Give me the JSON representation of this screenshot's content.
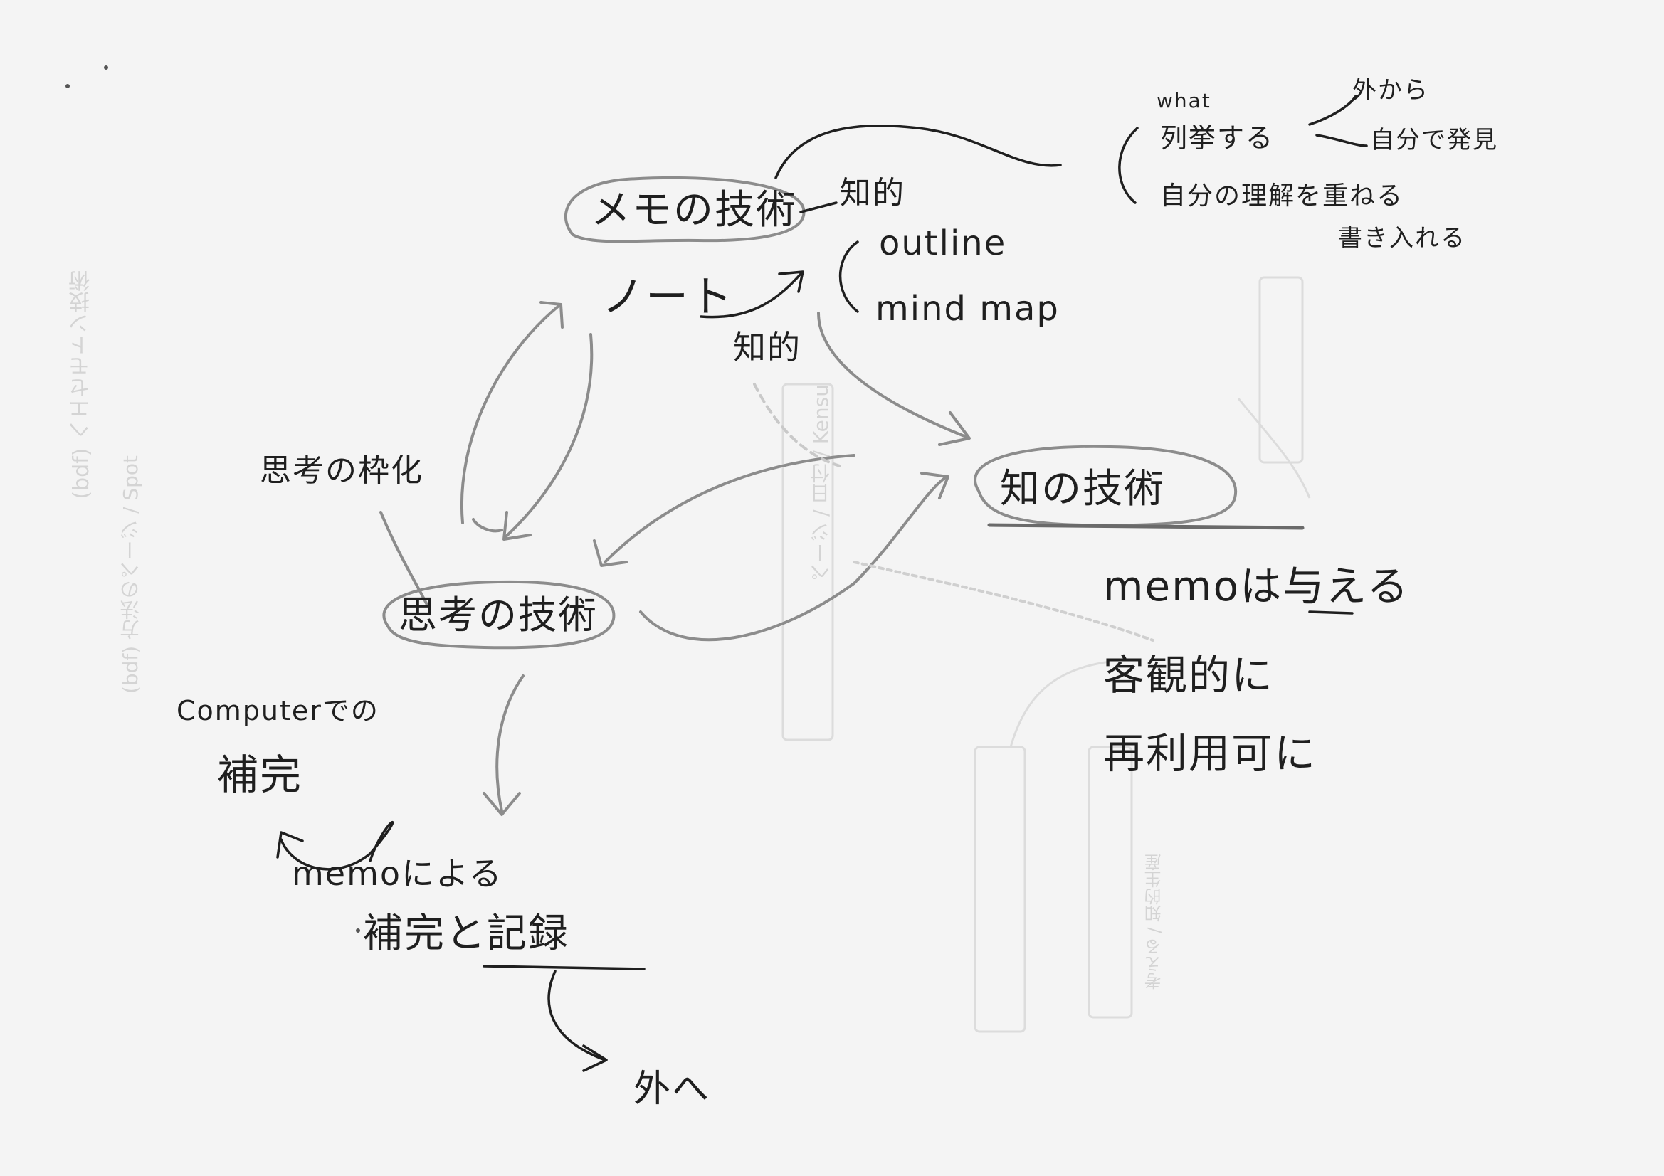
{
  "colors": {
    "paper": "#f4f4f4",
    "ink": "#1f1f1f",
    "pencil": "#8c8c8c",
    "show_through": "#d4d4d4"
  },
  "nodes": {
    "memo_technique": "メモの技術",
    "note": "ノート",
    "knowledge_technique": "知の技術",
    "thinking_technique": "思考の技術"
  },
  "labels": {
    "chiteki_upper": "知的",
    "chiteki_lower": "知的",
    "outline": "outline",
    "mindmap": "mind map",
    "what": "what",
    "list_up": "列挙する",
    "from_outside": "外から",
    "self_discover": "自分で発見",
    "overlay_understanding": "自分の理解を重ねる",
    "write_in": "書き入れる",
    "shikou_wakuka": "思考の枠化",
    "memo_is_ataeru": "memoは与える",
    "kyakkan_teki": "客観的に",
    "sairiyou_kanou": "再利用可に",
    "computer_de_no": "Computerでの",
    "hokan": "補完",
    "memo_ni_yoru": "memoによる",
    "hokan_to_kiroku": "補完と記録",
    "soto_e": "外へ"
  },
  "show_through": {
    "col1": "(bdf) ヘエセモトン技術",
    "col2": "(bdf) 方法のページ / Spot",
    "col3": "ページ / 日付 / Kensu",
    "col4": "考える / 知的生産"
  }
}
